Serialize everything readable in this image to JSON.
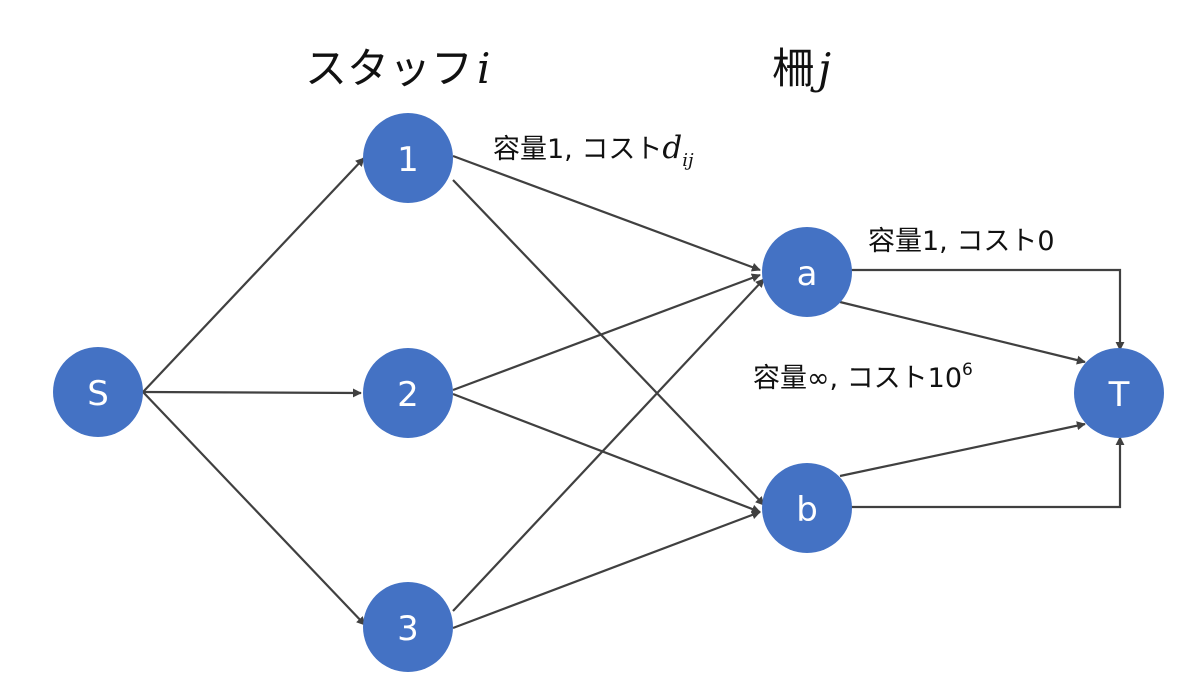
{
  "headers": {
    "staff_text": "スタッフ",
    "staff_var": "i",
    "fence_text": "柵",
    "fence_var": "j"
  },
  "nodes": {
    "source": "S",
    "staff": [
      "1",
      "2",
      "3"
    ],
    "fences": [
      "a",
      "b"
    ],
    "sink": "T"
  },
  "labels": {
    "staff_fence_edge": {
      "text": "容量1, コスト",
      "var": "d",
      "sub": "ij"
    },
    "fence_sink_direct": "容量1, コスト0",
    "fence_sink_extra": {
      "text": "容量∞, コスト10",
      "sup": "6"
    }
  },
  "edges": [
    [
      "S",
      "1"
    ],
    [
      "S",
      "2"
    ],
    [
      "S",
      "3"
    ],
    [
      "1",
      "a"
    ],
    [
      "1",
      "b"
    ],
    [
      "2",
      "a"
    ],
    [
      "2",
      "b"
    ],
    [
      "3",
      "a"
    ],
    [
      "3",
      "b"
    ],
    [
      "a",
      "T"
    ],
    [
      "a",
      "T"
    ],
    [
      "b",
      "T"
    ],
    [
      "b",
      "T"
    ]
  ],
  "colors": {
    "node": "#4472c4",
    "edge": "#404040",
    "node_text": "#ffffff"
  }
}
